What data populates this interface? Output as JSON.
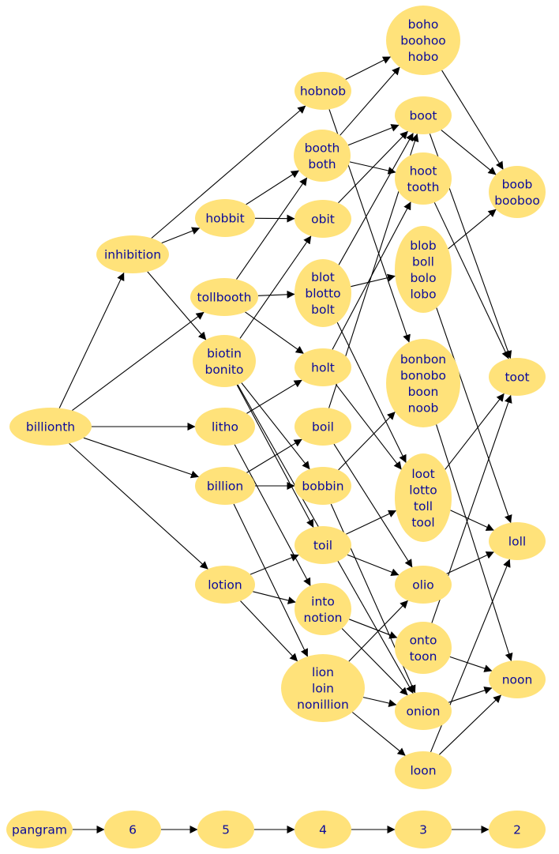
{
  "colors": {
    "node_fill": "#ffe27a",
    "label_color": "#0a0a9a",
    "edge_color": "#000000"
  },
  "nodes": [
    {
      "id": "billionth",
      "lines": [
        "billionth"
      ]
    },
    {
      "id": "inhibition",
      "lines": [
        "inhibition"
      ]
    },
    {
      "id": "tollbooth",
      "lines": [
        "tollbooth"
      ]
    },
    {
      "id": "litho",
      "lines": [
        "litho"
      ]
    },
    {
      "id": "billion",
      "lines": [
        "billion"
      ]
    },
    {
      "id": "lotion",
      "lines": [
        "lotion"
      ]
    },
    {
      "id": "hobbit",
      "lines": [
        "hobbit"
      ]
    },
    {
      "id": "biotin",
      "lines": [
        "biotin",
        "bonito"
      ]
    },
    {
      "id": "hobnob",
      "lines": [
        "hobnob"
      ]
    },
    {
      "id": "booth",
      "lines": [
        "booth",
        "both"
      ]
    },
    {
      "id": "obit",
      "lines": [
        "obit"
      ]
    },
    {
      "id": "blot",
      "lines": [
        "blot",
        "blotto",
        "bolt"
      ]
    },
    {
      "id": "holt",
      "lines": [
        "holt"
      ]
    },
    {
      "id": "boil",
      "lines": [
        "boil"
      ]
    },
    {
      "id": "bobbin",
      "lines": [
        "bobbin"
      ]
    },
    {
      "id": "toil",
      "lines": [
        "toil"
      ]
    },
    {
      "id": "into",
      "lines": [
        "into",
        "notion"
      ]
    },
    {
      "id": "lion",
      "lines": [
        "lion",
        "loin",
        "nonillion"
      ]
    },
    {
      "id": "boho",
      "lines": [
        "boho",
        "boohoo",
        "hobo"
      ]
    },
    {
      "id": "boot",
      "lines": [
        "boot"
      ]
    },
    {
      "id": "hoot",
      "lines": [
        "hoot",
        "tooth"
      ]
    },
    {
      "id": "blob",
      "lines": [
        "blob",
        "boll",
        "bolo",
        "lobo"
      ]
    },
    {
      "id": "bonbon",
      "lines": [
        "bonbon",
        "bonobo",
        "boon",
        "noob"
      ]
    },
    {
      "id": "loot",
      "lines": [
        "loot",
        "lotto",
        "toll",
        "tool"
      ]
    },
    {
      "id": "olio",
      "lines": [
        "olio"
      ]
    },
    {
      "id": "onto",
      "lines": [
        "onto",
        "toon"
      ]
    },
    {
      "id": "onion",
      "lines": [
        "onion"
      ]
    },
    {
      "id": "loon",
      "lines": [
        "loon"
      ]
    },
    {
      "id": "boob",
      "lines": [
        "boob",
        "booboo"
      ]
    },
    {
      "id": "toot",
      "lines": [
        "toot"
      ]
    },
    {
      "id": "loll",
      "lines": [
        "loll"
      ]
    },
    {
      "id": "noon",
      "lines": [
        "noon"
      ]
    },
    {
      "id": "pangram",
      "lines": [
        "pangram"
      ]
    },
    {
      "id": "n6",
      "lines": [
        "6"
      ]
    },
    {
      "id": "n5",
      "lines": [
        "5"
      ]
    },
    {
      "id": "n4",
      "lines": [
        "4"
      ]
    },
    {
      "id": "n3",
      "lines": [
        "3"
      ]
    },
    {
      "id": "n2",
      "lines": [
        "2"
      ]
    }
  ],
  "edges": [
    [
      "billionth",
      "inhibition"
    ],
    [
      "billionth",
      "tollbooth"
    ],
    [
      "billionth",
      "litho"
    ],
    [
      "billionth",
      "billion"
    ],
    [
      "billionth",
      "lotion"
    ],
    [
      "inhibition",
      "hobnob"
    ],
    [
      "inhibition",
      "hobbit"
    ],
    [
      "inhibition",
      "biotin"
    ],
    [
      "tollbooth",
      "booth"
    ],
    [
      "tollbooth",
      "blot"
    ],
    [
      "tollbooth",
      "holt"
    ],
    [
      "litho",
      "holt"
    ],
    [
      "litho",
      "into"
    ],
    [
      "billion",
      "boil"
    ],
    [
      "billion",
      "bobbin"
    ],
    [
      "billion",
      "lion"
    ],
    [
      "lotion",
      "toil"
    ],
    [
      "lotion",
      "into"
    ],
    [
      "lotion",
      "lion"
    ],
    [
      "hobbit",
      "booth"
    ],
    [
      "hobbit",
      "obit"
    ],
    [
      "biotin",
      "obit"
    ],
    [
      "biotin",
      "bobbin"
    ],
    [
      "biotin",
      "toil"
    ],
    [
      "biotin",
      "onion"
    ],
    [
      "hobnob",
      "boho"
    ],
    [
      "hobnob",
      "bonbon"
    ],
    [
      "booth",
      "boho"
    ],
    [
      "booth",
      "boot"
    ],
    [
      "booth",
      "hoot"
    ],
    [
      "obit",
      "boot"
    ],
    [
      "blot",
      "boot"
    ],
    [
      "blot",
      "blob"
    ],
    [
      "blot",
      "loot"
    ],
    [
      "holt",
      "hoot"
    ],
    [
      "holt",
      "loot"
    ],
    [
      "boil",
      "boot"
    ],
    [
      "boil",
      "olio"
    ],
    [
      "bobbin",
      "bonbon"
    ],
    [
      "bobbin",
      "onion"
    ],
    [
      "toil",
      "loot"
    ],
    [
      "toil",
      "olio"
    ],
    [
      "into",
      "onto"
    ],
    [
      "into",
      "onion"
    ],
    [
      "lion",
      "olio"
    ],
    [
      "lion",
      "onion"
    ],
    [
      "lion",
      "loon"
    ],
    [
      "boho",
      "boob"
    ],
    [
      "boot",
      "boob"
    ],
    [
      "boot",
      "toot"
    ],
    [
      "hoot",
      "toot"
    ],
    [
      "blob",
      "boob"
    ],
    [
      "blob",
      "loll"
    ],
    [
      "bonbon",
      "noon"
    ],
    [
      "loot",
      "toot"
    ],
    [
      "loot",
      "loll"
    ],
    [
      "olio",
      "loll"
    ],
    [
      "onto",
      "toot"
    ],
    [
      "onto",
      "noon"
    ],
    [
      "onion",
      "noon"
    ],
    [
      "loon",
      "loll"
    ],
    [
      "loon",
      "noon"
    ],
    [
      "pangram",
      "n6"
    ],
    [
      "n6",
      "n5"
    ],
    [
      "n5",
      "n4"
    ],
    [
      "n4",
      "n3"
    ],
    [
      "n3",
      "n2"
    ]
  ]
}
